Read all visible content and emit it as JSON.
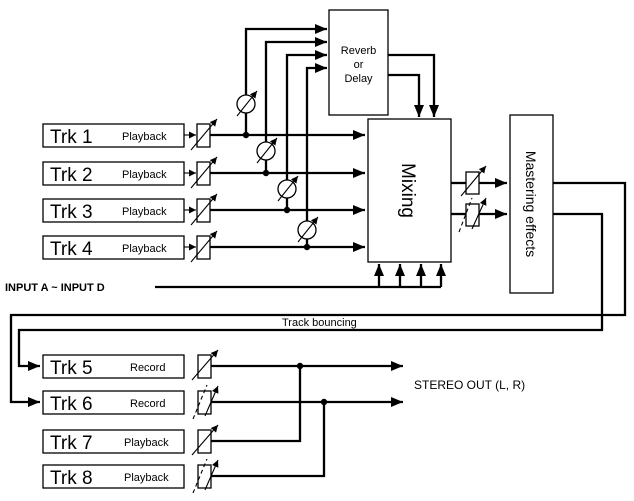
{
  "tracks": [
    {
      "name": "Trk 1",
      "mode": "Playback"
    },
    {
      "name": "Trk 2",
      "mode": "Playback"
    },
    {
      "name": "Trk 3",
      "mode": "Playback"
    },
    {
      "name": "Trk 4",
      "mode": "Playback"
    },
    {
      "name": "Trk 5",
      "mode": "Record"
    },
    {
      "name": "Trk 6",
      "mode": "Record"
    },
    {
      "name": "Trk 7",
      "mode": "Playback"
    },
    {
      "name": "Trk 8",
      "mode": "Playback"
    }
  ],
  "reverb": {
    "line1": "Reverb",
    "line2": "or",
    "line3": "Delay"
  },
  "mixing_label": "Mixing",
  "mastering_label": "Mastering effects",
  "input_label": "INPUT A ~ INPUT D",
  "bounce_label": "Track bouncing",
  "stereo_out_label": "STEREO OUT (L, R)"
}
